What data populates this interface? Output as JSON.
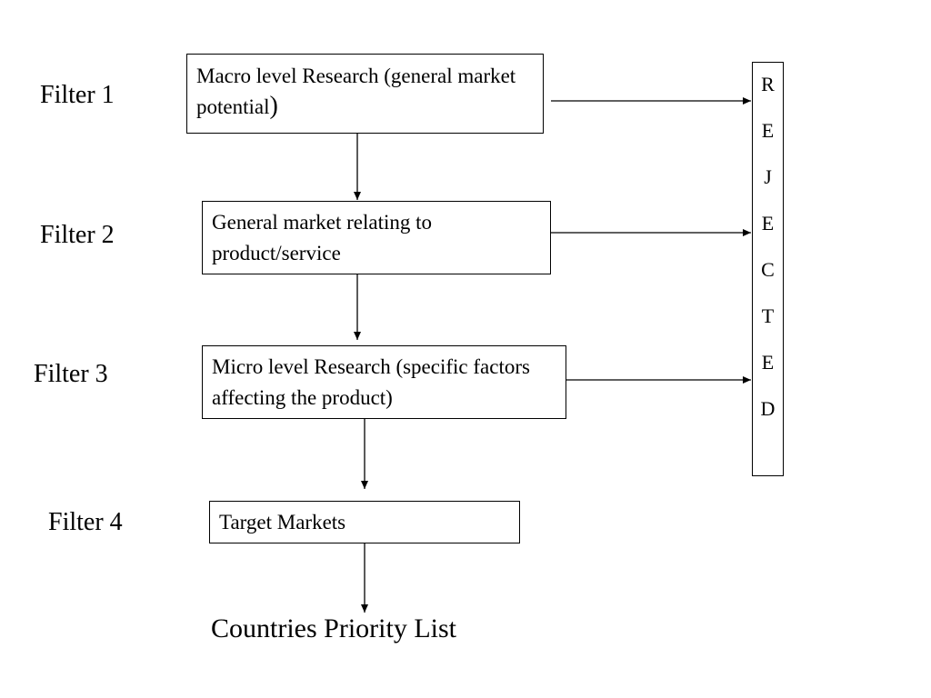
{
  "filters": {
    "f1": "Filter 1",
    "f2": "Filter 2",
    "f3": "Filter 3",
    "f4": "Filter 4"
  },
  "boxes": {
    "macro": {
      "text": "Macro level Research (general market potential",
      "close": ")"
    },
    "general": "General market relating to product/service",
    "micro": "Micro level Research (specific factors affecting the product)",
    "target": "Target Markets"
  },
  "rejected_letters": [
    "R",
    "E",
    "J",
    "E",
    "C",
    "T",
    "E",
    "D"
  ],
  "result": "Countries Priority List"
}
